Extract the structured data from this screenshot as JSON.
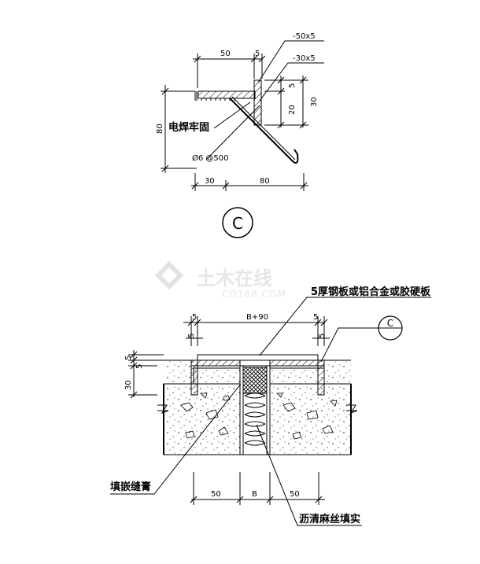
{
  "detail_c": {
    "dims": {
      "top_50": "50",
      "top_5": "5",
      "right_5": "5",
      "right_20": "20",
      "right_30": "30",
      "left_80": "80",
      "bottom_30": "30",
      "bottom_80": "80"
    },
    "labels": {
      "plate_50x5": "-50x5",
      "plate_30x5": "-30x5",
      "weld": "电焊牢固",
      "anchor": "Ø6 @500"
    },
    "marker": "C"
  },
  "section": {
    "dims": {
      "top_5_left": "5",
      "top_b90": "B+90",
      "top_5_right": "5",
      "side_5_left": "5",
      "side_5_right": "5",
      "left_5a": "5",
      "left_5b": "5",
      "left_30": "30",
      "bottom_50_left": "50",
      "bottom_b": "B",
      "bottom_50_right": "50"
    },
    "labels": {
      "cover_plate": "5厚钢板或铝合金或胶硬板",
      "sealant": "填嵌缝膏",
      "filler": "沥清麻丝填实"
    },
    "marker": "C"
  },
  "watermark": {
    "text": "土木在线",
    "sub": "CO188.COM"
  }
}
